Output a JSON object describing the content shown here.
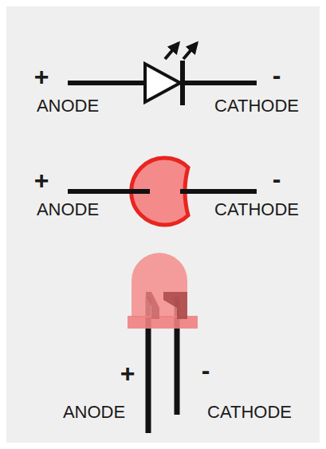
{
  "diagram": {
    "labels": [
      "+",
      "ANODE",
      "-",
      "CATHODE",
      "+",
      "ANODE",
      "-",
      "CATHODE",
      "+",
      "ANODE",
      "-",
      "CATHODE"
    ]
  }
}
